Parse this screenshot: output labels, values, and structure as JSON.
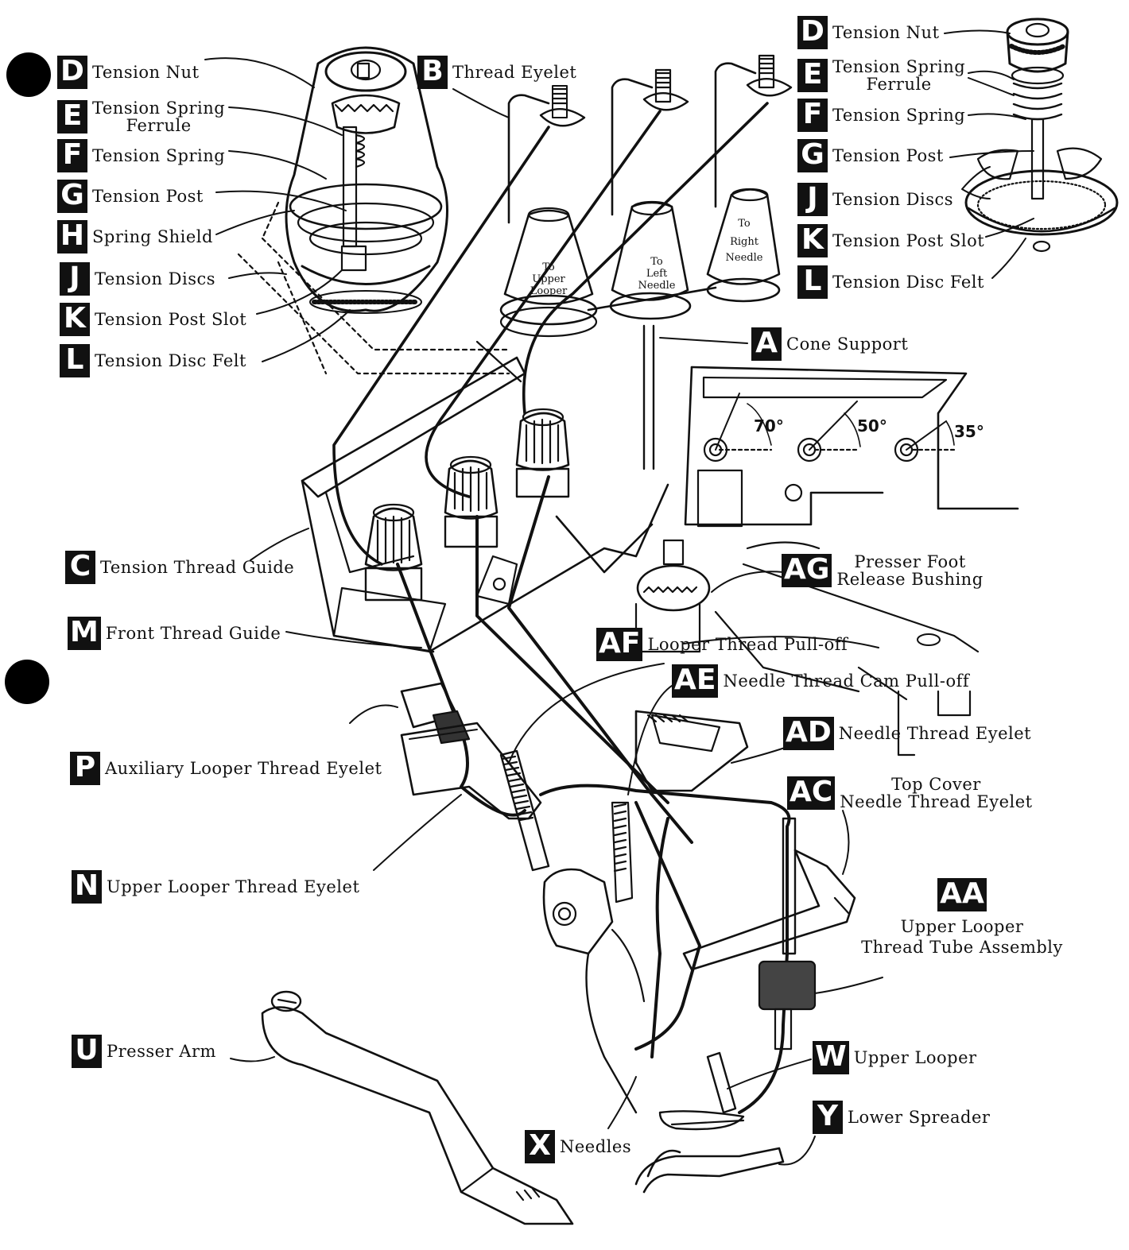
{
  "labels": {
    "D_left": {
      "letter": "D",
      "text": "Tension Nut"
    },
    "E_left": {
      "letter": "E",
      "line1": "Tension Spring",
      "line2": "Ferrule"
    },
    "F_left": {
      "letter": "F",
      "text": "Tension Spring"
    },
    "G_left": {
      "letter": "G",
      "text": "Tension Post"
    },
    "H_left": {
      "letter": "H",
      "text": "Spring Shield"
    },
    "J_left": {
      "letter": "J",
      "text": "Tension Discs"
    },
    "K_left": {
      "letter": "K",
      "text": "Tension Post Slot"
    },
    "L_left": {
      "letter": "L",
      "text": "Tension Disc Felt"
    },
    "B": {
      "letter": "B",
      "text": "Thread Eyelet"
    },
    "D_right": {
      "letter": "D",
      "text": "Tension Nut"
    },
    "E_right": {
      "letter": "E",
      "line1": "Tension Spring",
      "line2": "Ferrule"
    },
    "F_right": {
      "letter": "F",
      "text": "Tension Spring"
    },
    "G_right": {
      "letter": "G",
      "text": "Tension Post"
    },
    "J_right": {
      "letter": "J",
      "text": "Tension Discs"
    },
    "K_right": {
      "letter": "K",
      "text": "Tension Post Slot"
    },
    "L_right": {
      "letter": "L",
      "text": "Tension Disc Felt"
    },
    "A": {
      "letter": "A",
      "text": "Cone Support"
    },
    "C": {
      "letter": "C",
      "text": "Tension Thread Guide"
    },
    "M": {
      "letter": "M",
      "text": "Front Thread Guide"
    },
    "AG": {
      "letter": "AG",
      "line1": "Presser Foot",
      "line2": "Release Bushing"
    },
    "AF": {
      "letter": "AF",
      "text": "Looper Thread Pull-off"
    },
    "AE": {
      "letter": "AE",
      "text": "Needle Thread Cam Pull-off"
    },
    "AD": {
      "letter": "AD",
      "text": "Needle Thread Eyelet"
    },
    "AC": {
      "letter": "AC",
      "line1": "Top Cover",
      "line2": "Needle Thread Eyelet"
    },
    "P": {
      "letter": "P",
      "text": "Auxiliary Looper Thread Eyelet"
    },
    "N": {
      "letter": "N",
      "text": "Upper Looper Thread Eyelet"
    },
    "AA": {
      "letter": "AA",
      "line1": "Upper Looper",
      "line2": "Thread Tube Assembly"
    },
    "U": {
      "letter": "U",
      "text": "Presser Arm"
    },
    "W": {
      "letter": "W",
      "text": "Upper Looper"
    },
    "Y": {
      "letter": "Y",
      "text": "Lower Spreader"
    },
    "X": {
      "letter": "X",
      "text": "Needles"
    }
  },
  "cones": {
    "upper_looper": [
      "To",
      "Upper",
      "Looper"
    ],
    "left_needle": [
      "To",
      "Left",
      "Needle"
    ],
    "right_needle": [
      "To",
      "Right",
      "Needle"
    ]
  },
  "angles": {
    "a70": "70°",
    "a50": "50°",
    "a35": "35°"
  }
}
